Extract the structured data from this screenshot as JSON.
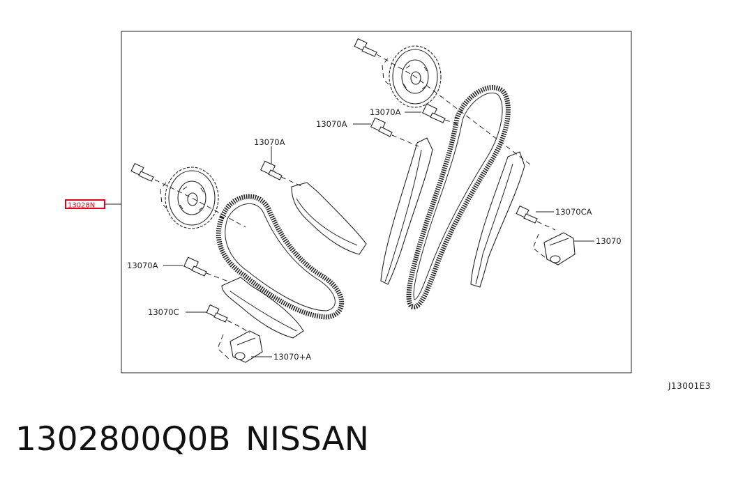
{
  "figure_code": "J13001E3",
  "part_number": "1302800Q0B",
  "brand": "NISSAN",
  "highlight_color": "#e0001b",
  "callouts": {
    "highlighted": "13028N",
    "bolt_left_lower": "13070A",
    "bolt_center": "13070A",
    "bolt_top_left": "13070A",
    "bolt_top_right": "13070A",
    "tensioner_bolt_left": "13070C",
    "tensioner_left": "13070+A",
    "tensioner_bolt_right": "13070CA",
    "tensioner_right": "13070"
  }
}
